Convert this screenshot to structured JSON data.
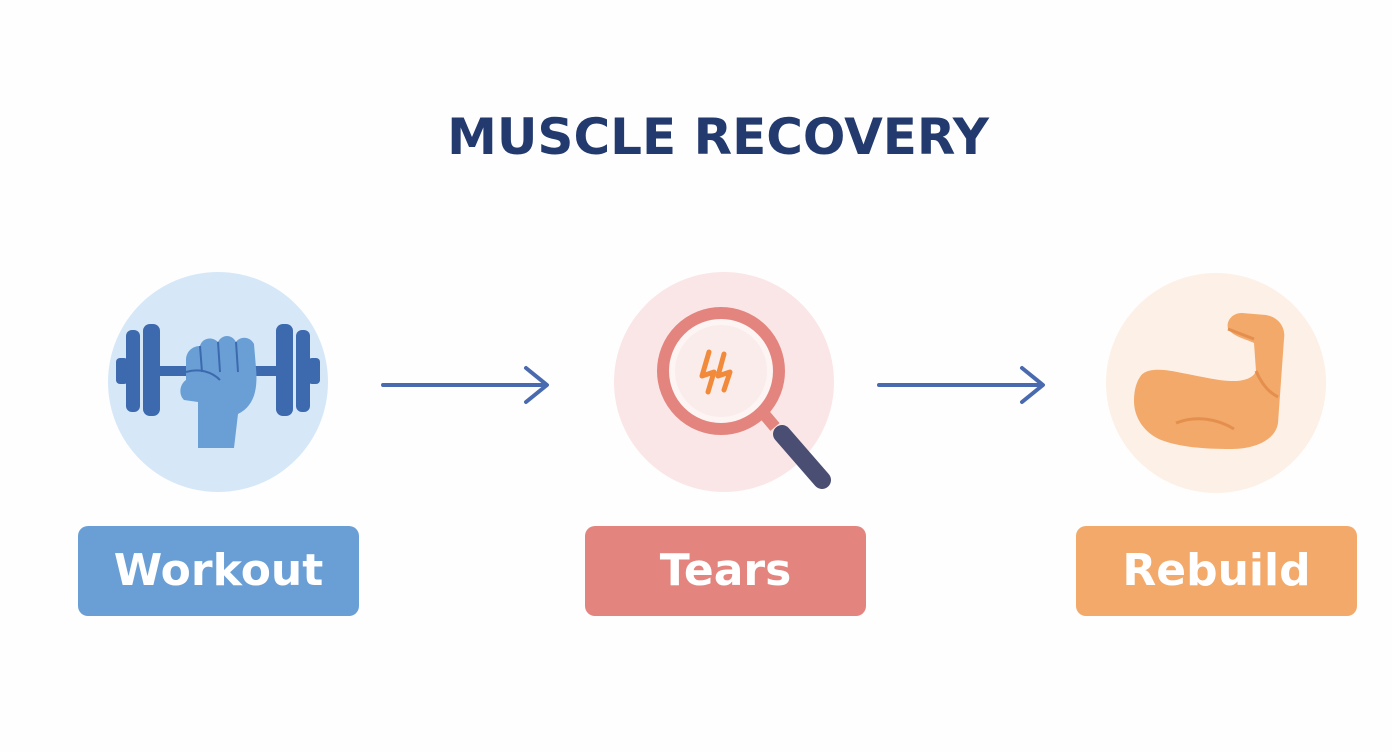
{
  "title": "MUSCLE RECOVERY",
  "steps": [
    {
      "label": "Workout",
      "icon": "dumbbell-fist-icon",
      "color": "#6a9fd6"
    },
    {
      "label": "Tears",
      "icon": "magnifier-tear-icon",
      "color": "#e3857e"
    },
    {
      "label": "Rebuild",
      "icon": "flexed-bicep-icon",
      "color": "#f2a96a"
    }
  ],
  "colors": {
    "title": "#233a6e",
    "arrow": "#4a6ab0"
  }
}
